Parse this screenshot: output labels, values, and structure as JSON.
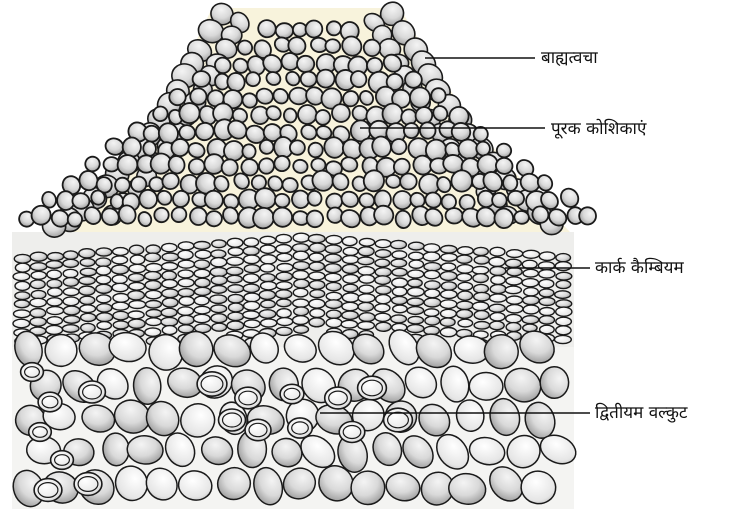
{
  "diagram": {
    "labels": [
      {
        "id": "epidermis",
        "text": "बाह्यत्वचा"
      },
      {
        "id": "complementary-cells",
        "text": "पूरक कोशिकाएं"
      },
      {
        "id": "cork-cambium",
        "text": "कार्क कैम्बियम"
      },
      {
        "id": "secondary-cortex",
        "text": "द्वितीयम वल्कुट"
      }
    ],
    "colors": {
      "background": "#ffffff",
      "filling": "#f8f3dc",
      "cell_fill": "#d6d6d6",
      "cell_light": "#f2f2f2",
      "cell_outline": "#1a1a1a",
      "leader_line": "#111111"
    }
  }
}
